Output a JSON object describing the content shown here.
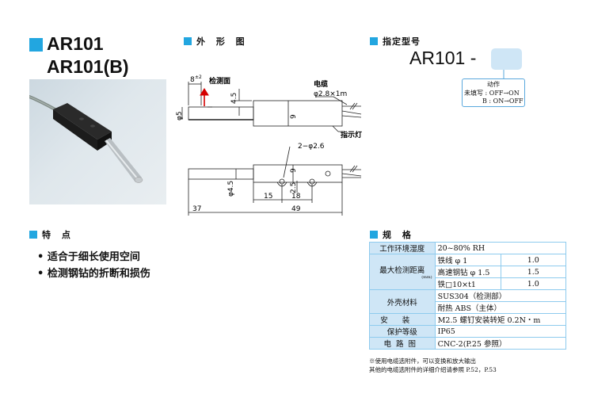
{
  "title": {
    "line1": "AR101",
    "line2": "AR101(B)"
  },
  "sections": {
    "outline": "外 形 图",
    "model": "指定型号",
    "features": "特 点",
    "specs": "规 格"
  },
  "drawing": {
    "dim_8": "8",
    "dim_8_tol": "±2",
    "sensing_face": "检测面",
    "dim_4_5_top": "4.5",
    "dim_phi5": "φ5",
    "dim_9": "9",
    "cable": "电缆",
    "cable_spec": "φ2.8×1m",
    "indicator": "指示灯",
    "holes": "2−φ2.6",
    "dim_9b": "9",
    "dim_2_5": "2.5",
    "dim_phi4_5": "φ4.5",
    "dim_15": "15",
    "dim_18": "18",
    "dim_37": "37",
    "dim_49": "49"
  },
  "model_code": {
    "prefix": "AR101 -",
    "legend_title": "动作",
    "legend_line1": "未填写 : OFF→ON",
    "legend_line2": "B : ON→OFF"
  },
  "features": [
    "• 适合于细长使用空间",
    "• 检测钢钻的折断和损伤"
  ],
  "spec_table": {
    "humidity_label": "工作环境湿度",
    "humidity_value": "20~80% RH",
    "distance_label": "最大检测距离",
    "distance_unit": "(mm)",
    "dist_rows": [
      {
        "item": "铁线 φ 1",
        "value": "1.0"
      },
      {
        "item": "高速钢钻 φ 1.5",
        "value": "1.5"
      },
      {
        "item": "铁□10×t1",
        "value": "1.0"
      }
    ],
    "housing_label": "外壳材料",
    "housing_value1": "SUS304（检测部）",
    "housing_value2": "耐热 ABS（主体）",
    "mount_label": "安装",
    "mount_value": "M2.5 螺钉安装转矩 0.2N・m",
    "protect_label": "保护等级",
    "protect_value": "IP65",
    "circuit_label": "电路图",
    "circuit_value": "CNC-2(P.25 参照）"
  },
  "notes": {
    "line1": "※使用电缆选附件，可以变换和放大输出",
    "line2": "其他的电缆选附件的详细介绍请参照 P.52，P.53"
  },
  "colors": {
    "accent": "#22a6e0",
    "table_header": "#cfe6f6",
    "table_border": "#8ecbee",
    "arrow": "#d40000"
  }
}
